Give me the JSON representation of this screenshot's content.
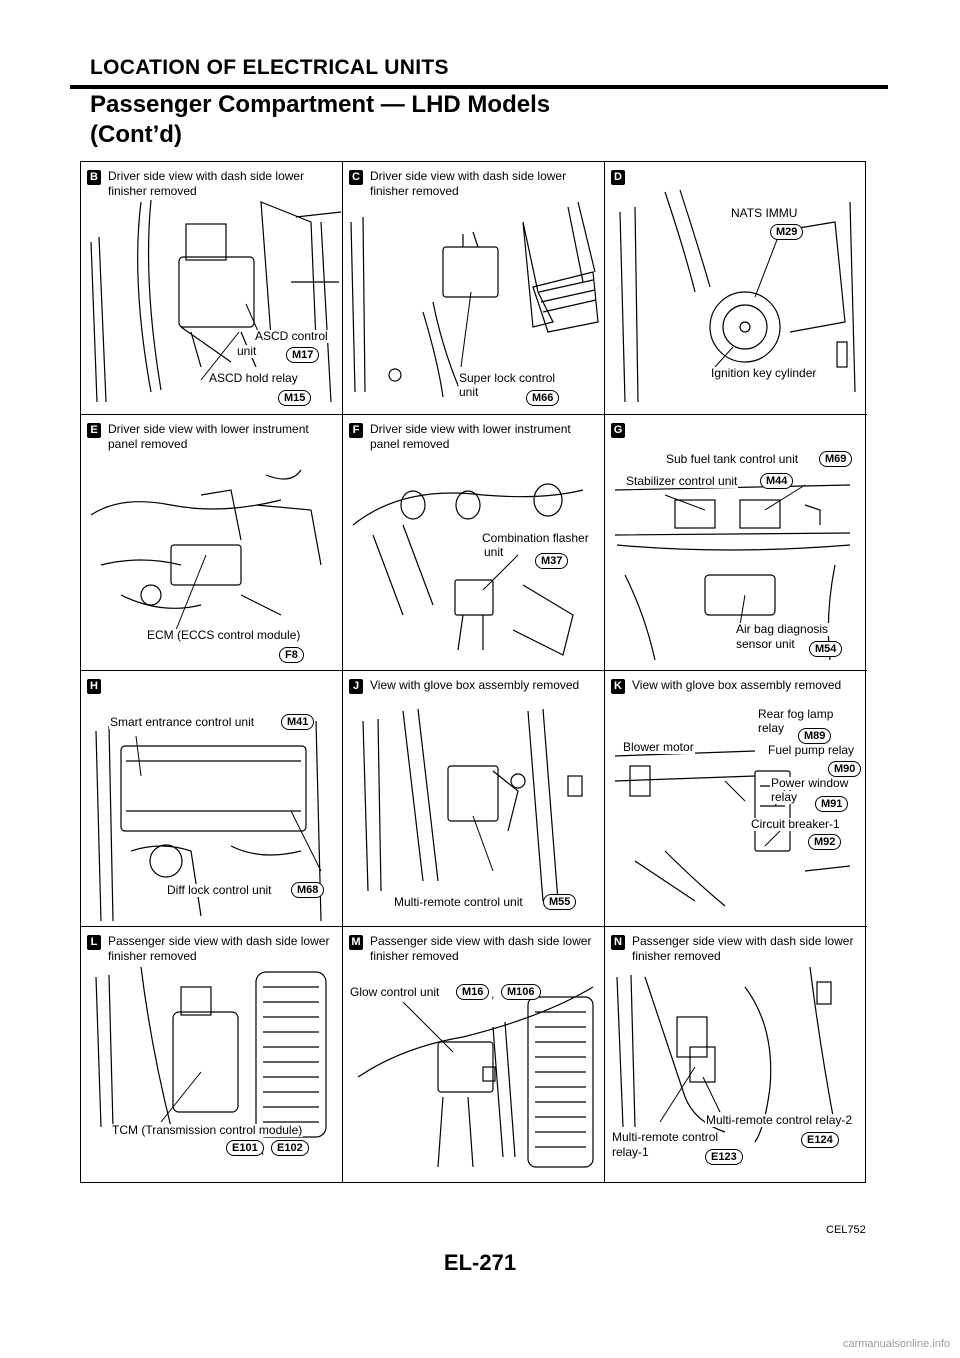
{
  "header": {
    "title": "LOCATION OF ELECTRICAL UNITS",
    "subtitle_line1": "Passenger Compartment — LHD Models",
    "subtitle_line2": "(Cont’d)"
  },
  "panels": [
    {
      "letter": "B",
      "title": "Driver side view with dash side lower finisher removed",
      "labels": [
        "ASCD control",
        "unit",
        "ASCD hold relay"
      ],
      "connectors": [
        "M17",
        "M15"
      ]
    },
    {
      "letter": "C",
      "title": "Driver side view with dash side lower finisher removed",
      "labels": [
        "Super lock control",
        "unit"
      ],
      "connectors": [
        "M66"
      ]
    },
    {
      "letter": "D",
      "title": "",
      "labels": [
        "NATS IMMU",
        "Ignition key cylinder"
      ],
      "connectors": [
        "M29"
      ]
    },
    {
      "letter": "E",
      "title": "Driver side view with lower instrument panel removed",
      "labels": [
        "ECM (ECCS control module)"
      ],
      "connectors": [
        "F8"
      ]
    },
    {
      "letter": "F",
      "title": "Driver side view with lower instrument panel removed",
      "labels": [
        "Combination flasher",
        "unit"
      ],
      "connectors": [
        "M37"
      ]
    },
    {
      "letter": "G",
      "title": "",
      "labels": [
        "Sub fuel tank control unit",
        "Stabilizer control unit",
        "Air bag diagnosis",
        "sensor unit"
      ],
      "connectors": [
        "M69",
        "M44",
        "M54"
      ]
    },
    {
      "letter": "H",
      "title": "",
      "labels": [
        "Smart entrance control unit",
        "Diff lock control unit"
      ],
      "connectors": [
        "M41",
        "M68"
      ]
    },
    {
      "letter": "J",
      "title": "View with glove box assembly removed",
      "labels": [
        "Multi-remote control unit"
      ],
      "connectors": [
        "M55"
      ]
    },
    {
      "letter": "K",
      "title": "View with glove box assembly removed",
      "labels": [
        "Rear fog lamp",
        "relay",
        "Blower motor",
        "Fuel pump relay",
        "Power window",
        "relay",
        "Circuit breaker-1"
      ],
      "connectors": [
        "M89",
        "M90",
        "M91",
        "M92"
      ]
    },
    {
      "letter": "L",
      "title": "Passenger side view with dash side lower finisher removed",
      "labels": [
        "TCM (Transmission control module)"
      ],
      "connectors": [
        "E101",
        "E102"
      ]
    },
    {
      "letter": "M",
      "title": "Passenger side view with dash side lower finisher removed",
      "labels": [
        "Glow control unit"
      ],
      "connectors": [
        "M16",
        "M106"
      ]
    },
    {
      "letter": "N",
      "title": "Passenger side view with dash side lower finisher removed",
      "labels": [
        "Multi-remote control relay-2",
        "Multi-remote control",
        "relay-1"
      ],
      "connectors": [
        "E124",
        "E123"
      ]
    }
  ],
  "figure_code": "CEL752",
  "page_number": "EL-271",
  "footer_watermark": "carmanualsonline.info"
}
